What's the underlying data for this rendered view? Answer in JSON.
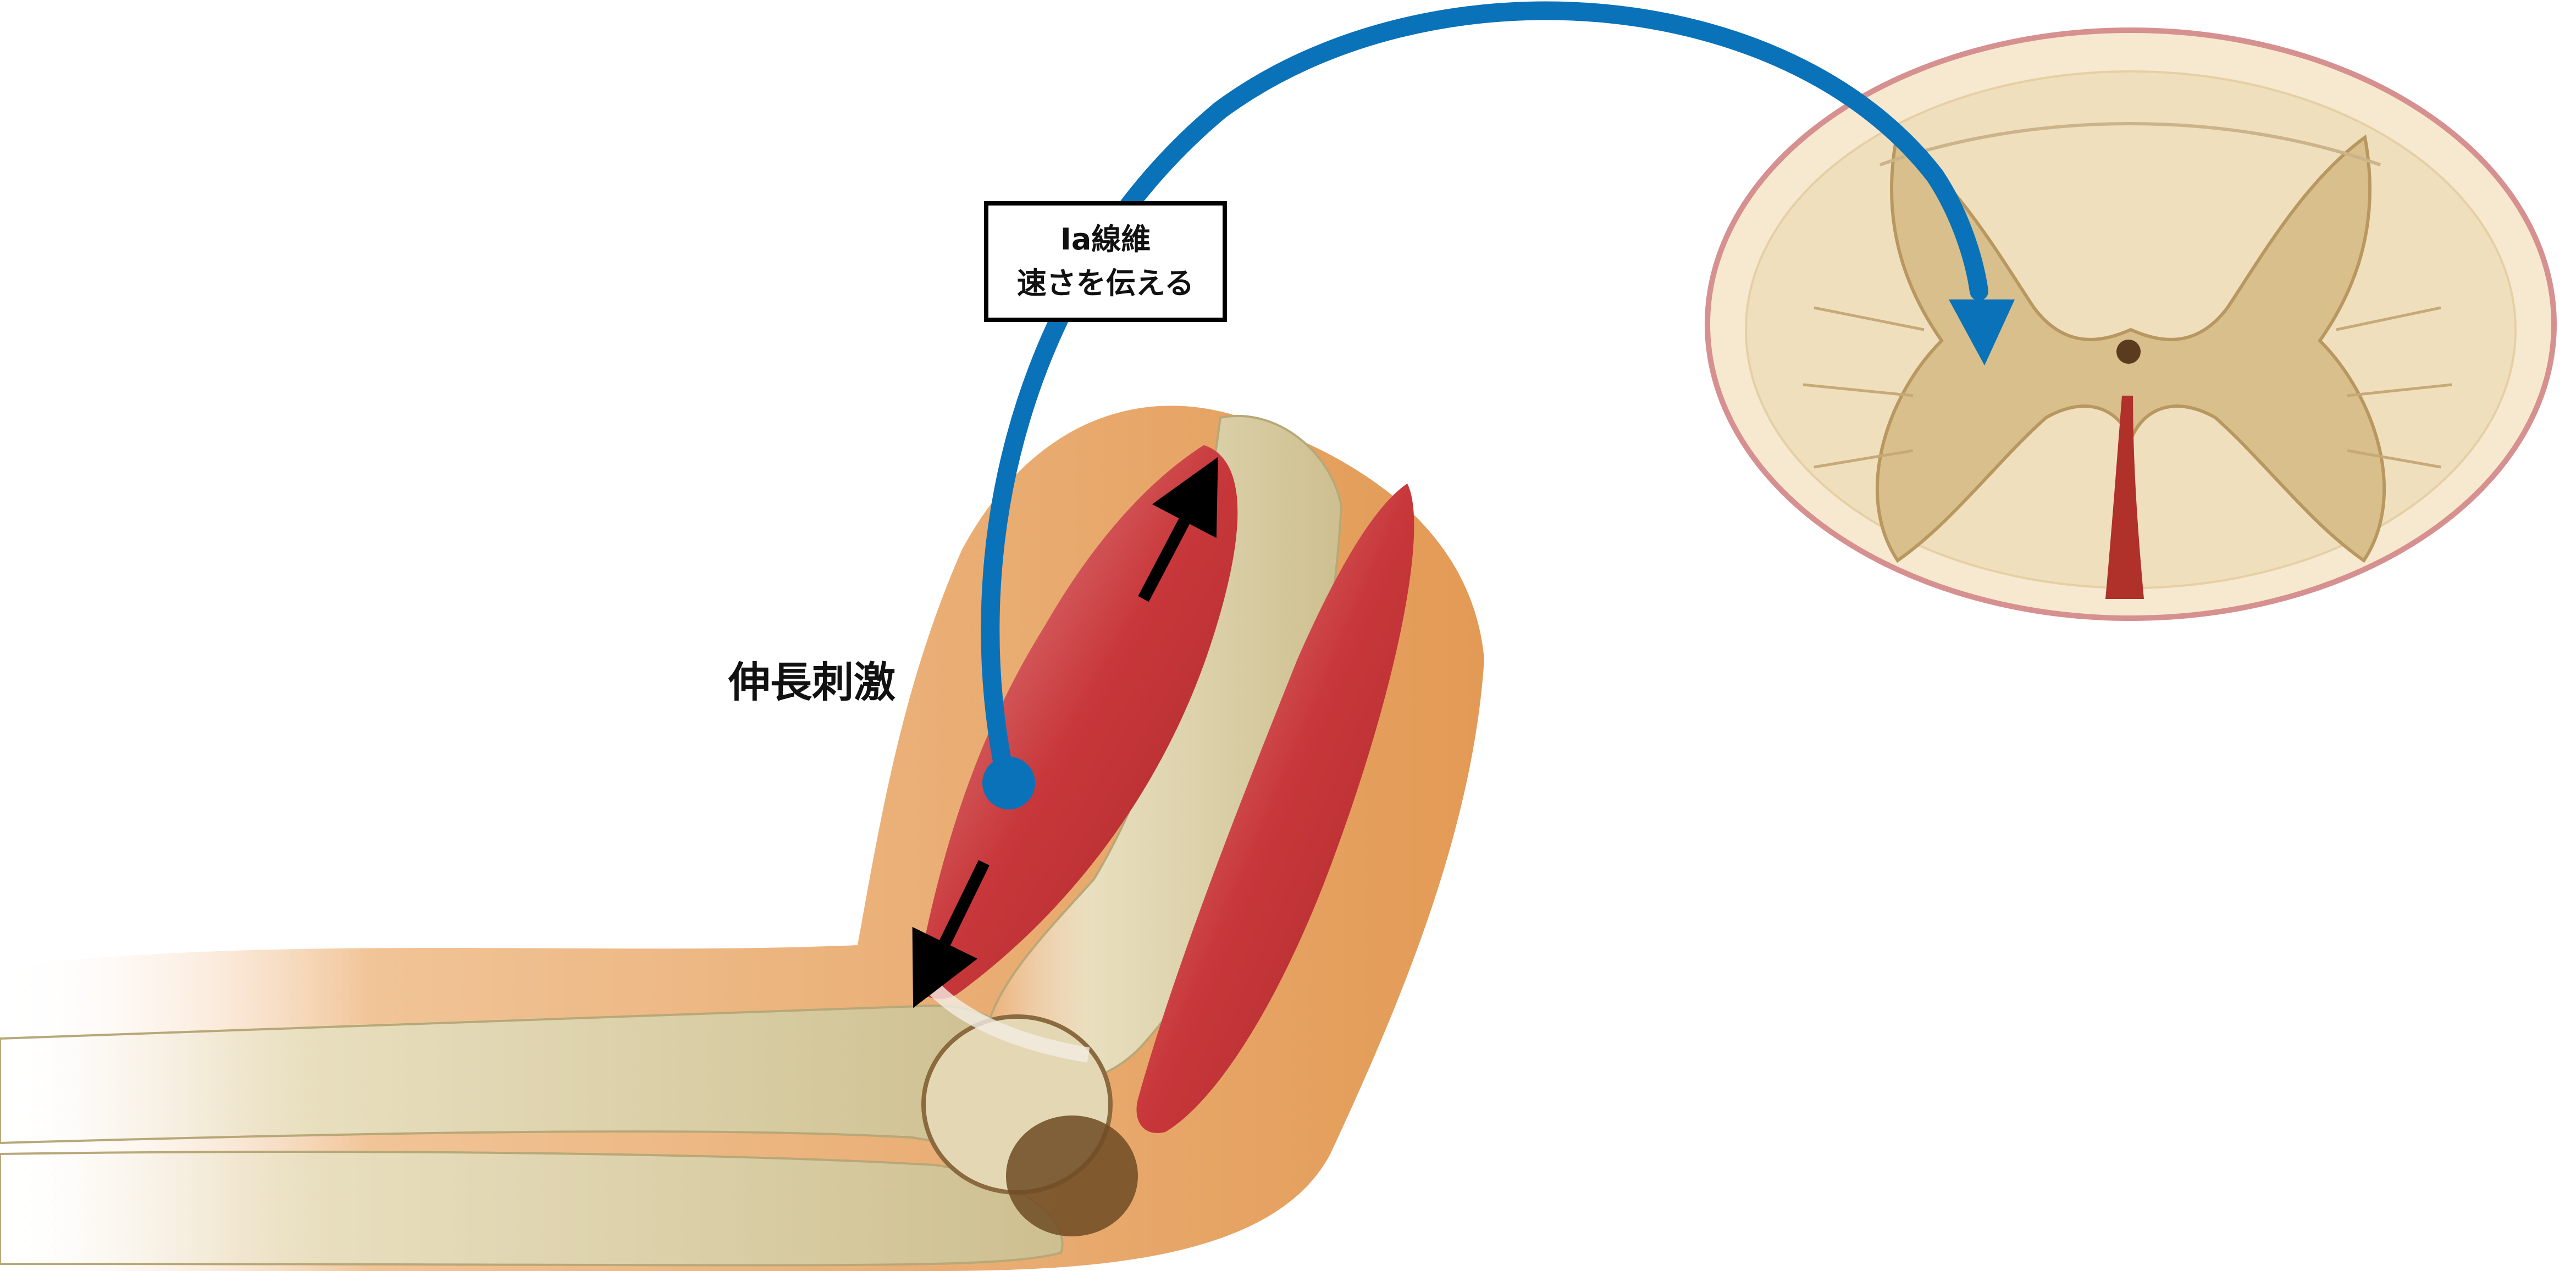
{
  "title_partial": "",
  "fiber_label": {
    "line1": "Ⅰa線維",
    "line2": "速さを伝える"
  },
  "stimulus_label": "伸長刺激",
  "colors": {
    "pathway": "#0a72b8",
    "muscle": "#c8373a",
    "bone": "#e6dcbc",
    "skin": "#e8a86a",
    "cord": "#efe3c6",
    "cord_outline": "#d68f8f",
    "arrow": "#000000"
  },
  "icons": [
    "spinal-cord-cross-section",
    "arm-muscle-illustration",
    "stretch-arrows"
  ]
}
